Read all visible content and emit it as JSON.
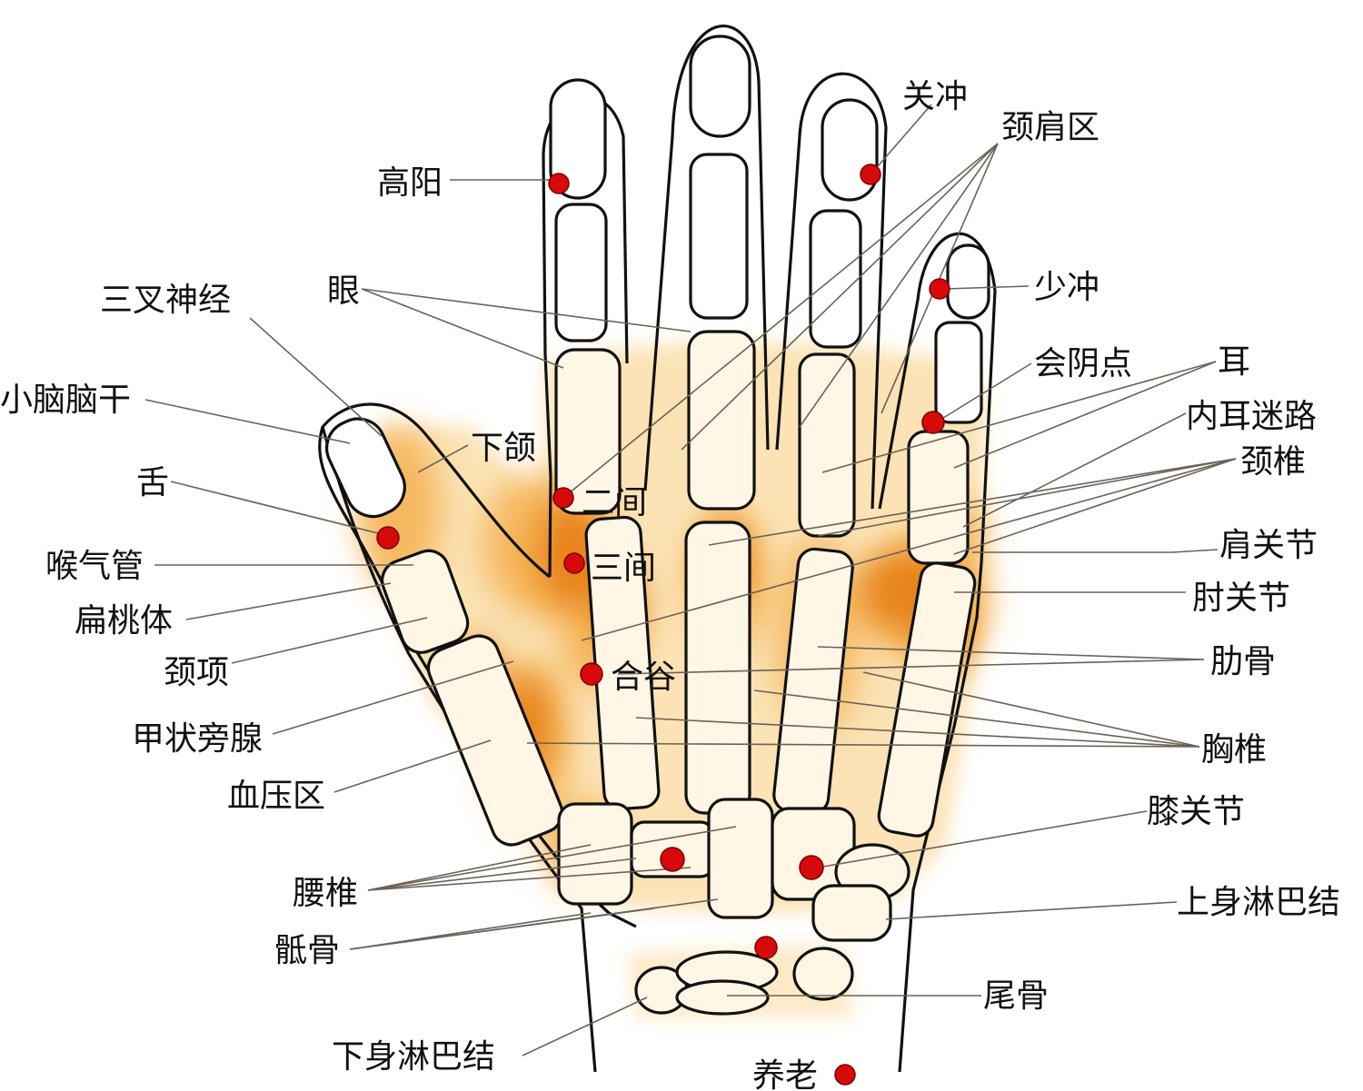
{
  "labels": {
    "gaoyang": "高阳",
    "guanchong": "关冲",
    "jingjianqu": "颈肩区",
    "shaochong": "少冲",
    "sanchashenjing": "三叉神经",
    "yan": "眼",
    "huiyindian": "会阴点",
    "er": "耳",
    "neierMilu": "内耳迷路",
    "xiaonaonaogan": "小脑脑干",
    "xiahan": "下颌",
    "jingzhui": "颈椎",
    "she": "舌",
    "erjian": "二间",
    "jianguanjie": "肩关节",
    "houqiguan": "喉气管",
    "sanjian": "三间",
    "bianTaoti": "扁桃体",
    "zhouguanjie": "肘关节",
    "jingxiang": "颈项",
    "leigu": "肋骨",
    "hegu": "合谷",
    "jiazhuangpangxian": "甲状旁腺",
    "xiongzhui": "胸椎",
    "xueyaqu": "血压区",
    "xiguanjie": "膝关节",
    "yaozhui": "腰椎",
    "shangshenlinbajie": "上身淋巴结",
    "digu": "骶骨",
    "weigu": "尾骨",
    "xiashenlinbajie": "下身淋巴结",
    "yanglao": "养老"
  },
  "colors": {
    "light_zone": "#fbe3b5",
    "mid_zone": "#f5b55a",
    "dark_zone": "#e57a10",
    "point": "#d8090a",
    "outline": "#111111",
    "leader": "#6b6257"
  }
}
